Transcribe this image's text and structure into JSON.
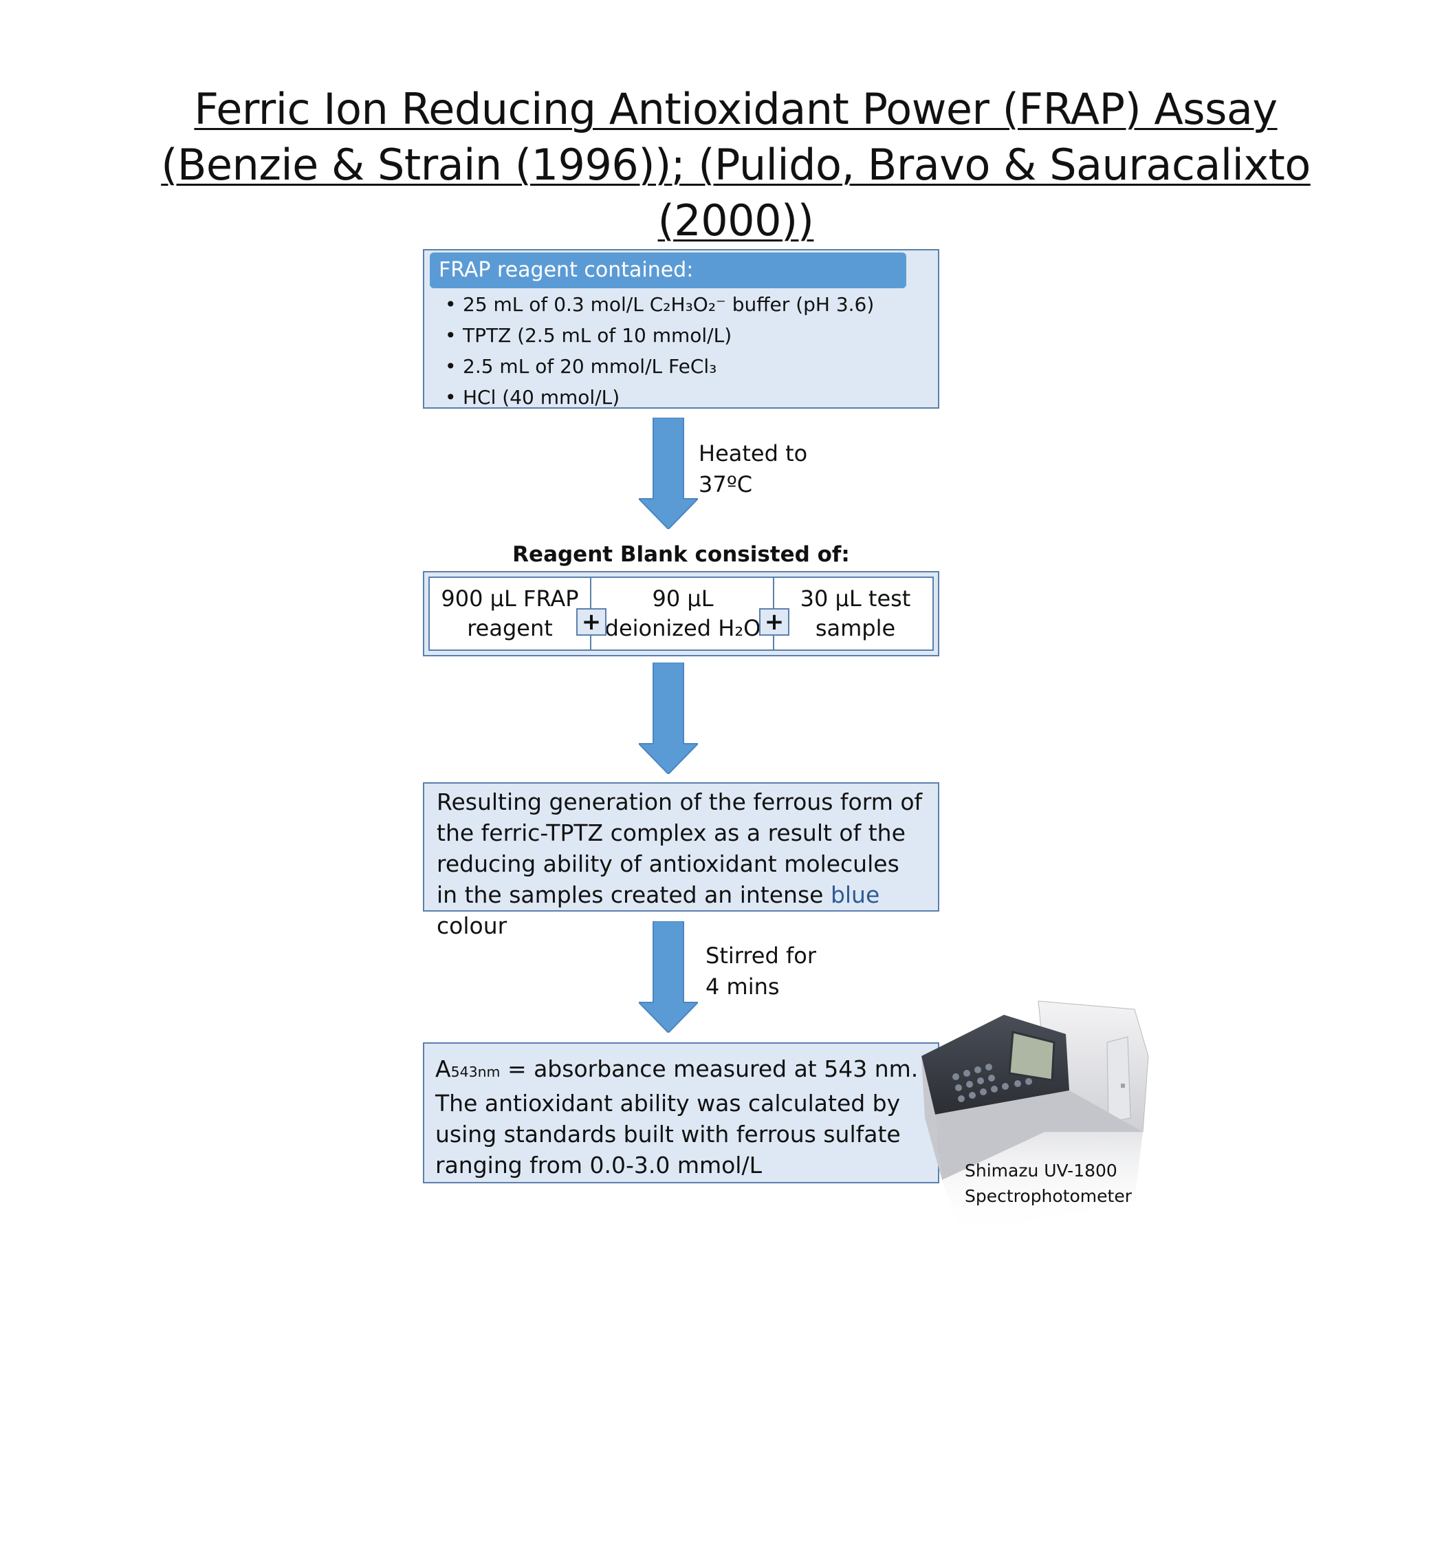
{
  "title": {
    "line1": "Ferric Ion Reducing Antioxidant Power (FRAP) Assay",
    "line2": "(Benzie & Strain (1996)); (Pulido, Bravo & Sauracalixto",
    "line3": "(2000))"
  },
  "reagent_box": {
    "header": "FRAP reagent contained:",
    "items": [
      {
        "bullet": "•",
        "text": "25 mL of 0.3 mol/L C₂H₃O₂⁻ buffer (pH 3.6)"
      },
      {
        "bullet": "•",
        "text": "TPTZ (2.5 mL of 10 mmol/L)"
      },
      {
        "bullet": "•",
        "text": "2.5 mL of 20 mmol/L FeCl₃"
      },
      {
        "bullet": "•",
        "text": "HCl (40 mmol/L)"
      }
    ]
  },
  "step1": {
    "line1": "Heated to",
    "line2": "37ºC"
  },
  "blank": {
    "title": "Reagent Blank consisted of:",
    "cells": [
      {
        "line1": "900 μL FRAP",
        "line2": "reagent"
      },
      {
        "line1": "90 μL",
        "line2": "deionized H₂O"
      },
      {
        "line1": "30 μL test",
        "line2": "sample"
      }
    ],
    "operator": "+"
  },
  "result_box": {
    "text_before": "Resulting generation of the ferrous form of the ferric-TPTZ complex as a result of the reducing ability of antioxidant molecules in the samples created an intense ",
    "highlight": "blue",
    "text_after": " colour"
  },
  "step2": {
    "line1": "Stirred for",
    "line2": "4 mins"
  },
  "measure_box": {
    "symbol": "A",
    "subscript": "543nm",
    "text": " = absorbance measured at 543 nm. The antioxidant ability was calculated by using standards built with ferrous sulfate ranging from 0.0-3.0 mmol/L"
  },
  "instrument": {
    "line1": "Shimazu UV-1800",
    "line2": "Spectrophotometer"
  },
  "colors": {
    "box_fill": "#dee8f4",
    "box_border": "#5b7fae",
    "arrow": "#5b9bd5",
    "header": "#5b9bd5",
    "highlight": "#2e5b94"
  }
}
